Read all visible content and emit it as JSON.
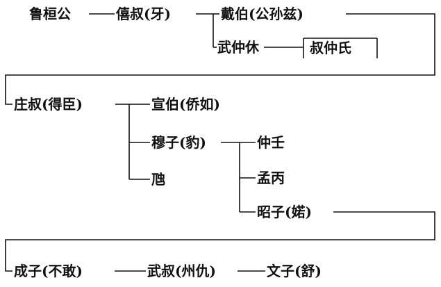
{
  "diagram": {
    "type": "genealogy-tree",
    "nodes": [
      {
        "id": "luhuangong",
        "label": "鲁桓公"
      },
      {
        "id": "xishu",
        "label": "僖叔(牙)"
      },
      {
        "id": "daibo",
        "label": "戴伯(公孙兹)"
      },
      {
        "id": "wuzhongxiu",
        "label": "武仲休"
      },
      {
        "id": "shuzhongshi",
        "label": "叔仲氏",
        "boxed": true
      },
      {
        "id": "zhuangshu",
        "label": "庄叔(得臣)"
      },
      {
        "id": "xuanbo",
        "label": "宣伯(侨如)"
      },
      {
        "id": "muzi",
        "label": "穆子(豹)"
      },
      {
        "id": "qiu",
        "label": "虺"
      },
      {
        "id": "zhongren",
        "label": "仲壬"
      },
      {
        "id": "mengbing",
        "label": "孟丙"
      },
      {
        "id": "zhaozi",
        "label": "昭子(婼)"
      },
      {
        "id": "chengzi",
        "label": "成子(不敢)"
      },
      {
        "id": "wushu",
        "label": "武叔(州仇)"
      },
      {
        "id": "wenzi",
        "label": "文子(舒)"
      }
    ],
    "edges": [
      [
        "luhuangong",
        "xishu"
      ],
      [
        "xishu",
        "daibo"
      ],
      [
        "xishu",
        "wuzhongxiu"
      ],
      [
        "wuzhongxiu",
        "shuzhongshi"
      ],
      [
        "daibo",
        "zhuangshu"
      ],
      [
        "zhuangshu",
        "xuanbo"
      ],
      [
        "zhuangshu",
        "muzi"
      ],
      [
        "zhuangshu",
        "qiu"
      ],
      [
        "muzi",
        "zhongren"
      ],
      [
        "muzi",
        "mengbing"
      ],
      [
        "muzi",
        "zhaozi"
      ],
      [
        "zhaozi",
        "chengzi"
      ],
      [
        "chengzi",
        "wushu"
      ],
      [
        "wushu",
        "wenzi"
      ]
    ]
  }
}
